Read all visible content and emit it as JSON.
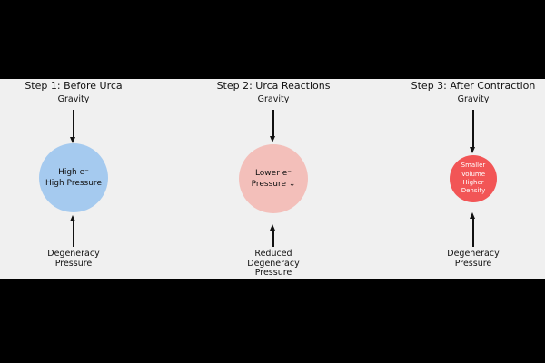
{
  "figure": {
    "bar_color": "#000000",
    "canvas_color": "#f0f0f0",
    "text_color": "#111111"
  },
  "panels": [
    {
      "title": "Step 1: Before Urca",
      "top_force_label": "Gravity",
      "ball": {
        "text": "High e⁻\nHigh Pressure",
        "color": "#a5caef",
        "text_color": "#111111"
      },
      "bottom_label": "Degeneracy\nPressure"
    },
    {
      "title": "Step 2: Urca Reactions",
      "top_force_label": "Gravity",
      "ball": {
        "text": "Lower e⁻\nPressure ↓",
        "color": "#f3bfba",
        "text_color": "#111111"
      },
      "bottom_label": "Reduced\nDegeneracy\nPressure"
    },
    {
      "title": "Step 3: After Contraction",
      "top_force_label": "Gravity",
      "ball": {
        "text": "Smaller Volume\nHigher Density",
        "color": "#f25556",
        "text_color": "#ffffff"
      },
      "bottom_label": "Degeneracy\nPressure"
    }
  ]
}
